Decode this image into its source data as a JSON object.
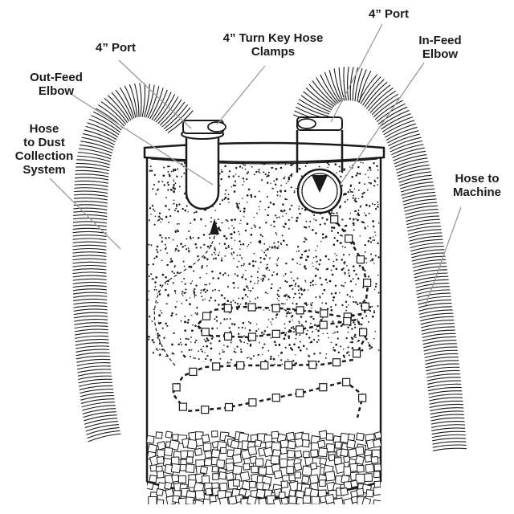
{
  "labels": {
    "port_left": "4” Port",
    "port_right": "4” Port",
    "clamps": "4” Turn Key Hose\nClamps",
    "outfeed_elbow": "Out-Feed\nElbow",
    "infeed_elbow": "In-Feed\nElbow",
    "hose_dust": "Hose\nto Dust\nCollection\nSystem",
    "hose_machine": "Hose to\nMachine"
  },
  "colors": {
    "line": "#1a1a1a",
    "leader": "#9a9a9a",
    "fill": "#ffffff"
  }
}
